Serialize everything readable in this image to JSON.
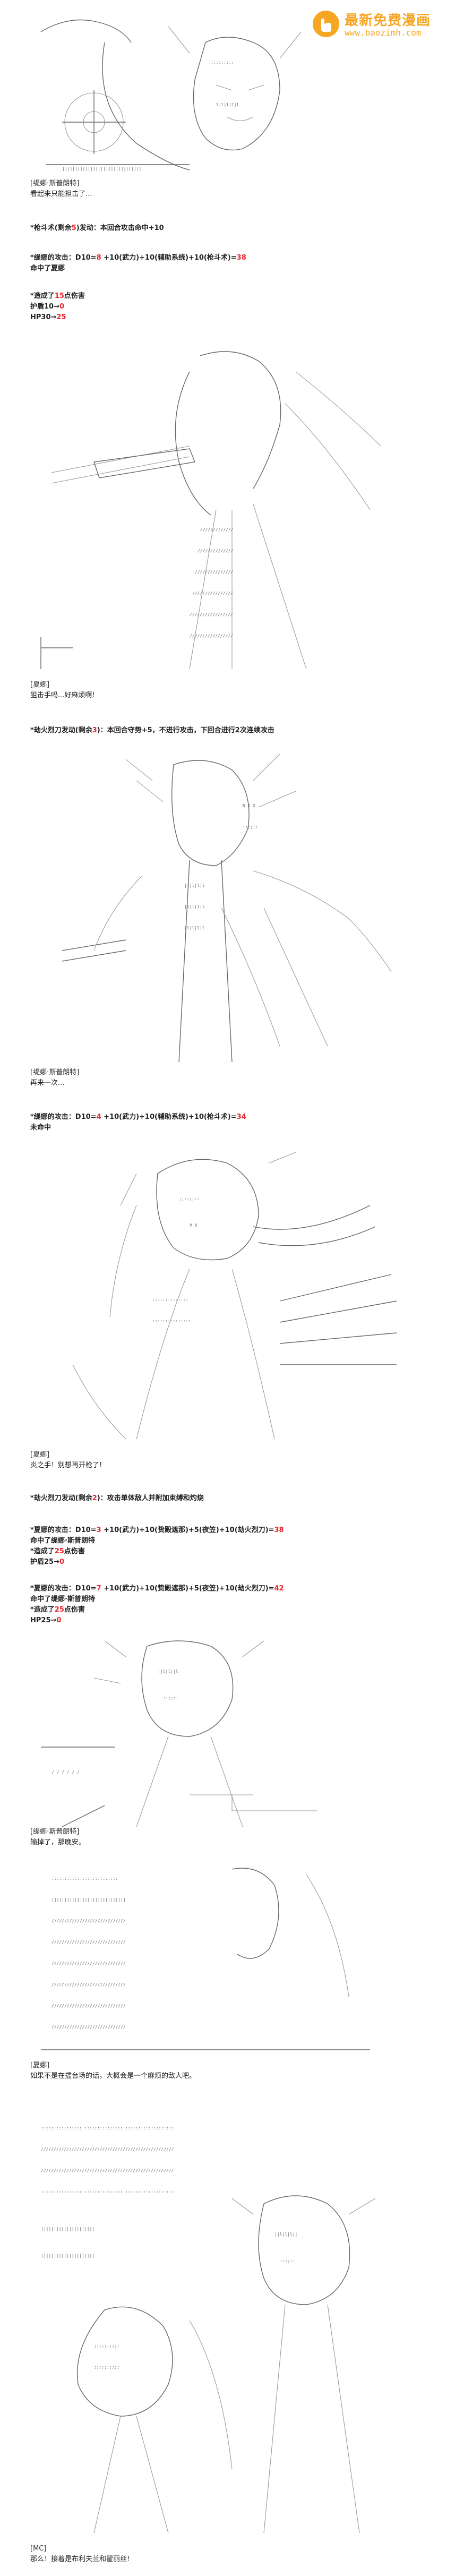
{
  "watermark": {
    "title": "最新免费漫画",
    "url": "www.baozimh.com"
  },
  "blocks": [
    {
      "lines": [
        {
          "parts": [
            "[缇娜·斯普朗特]"
          ],
          "s": "speaker"
        },
        {
          "parts": [
            "看起来只能担击了..."
          ]
        }
      ]
    },
    {
      "lines": [
        {
          "parts": [
            "*枪斗术(剩余",
            "5",
            ")发动：本回合攻击命中+10"
          ],
          "red": [
            1
          ],
          "bold": true
        }
      ]
    },
    {
      "lines": [
        {
          "parts": [
            "*缇娜的攻击：D10=",
            "8",
            " +10(武力)+10(辅助系统)+10(枪斗术)=",
            "38"
          ],
          "red": [
            1,
            3
          ],
          "bold": true
        },
        {
          "parts": [
            "命中了夏娜"
          ],
          "bold": true
        }
      ]
    },
    {
      "lines": [
        {
          "parts": [
            "*造成了",
            "15",
            "点伤害"
          ],
          "red": [
            1
          ],
          "bold": true
        },
        {
          "parts": [
            "护盾10→",
            "0"
          ],
          "red": [
            1
          ],
          "bold": true
        },
        {
          "parts": [
            "HP30→",
            "25"
          ],
          "red": [
            1
          ],
          "bold": true
        }
      ]
    },
    {
      "lines": [
        {
          "parts": [
            "[夏娜]"
          ],
          "s": "speaker"
        },
        {
          "parts": [
            "狙击手吗...好麻烦啊!"
          ]
        }
      ]
    },
    {
      "lines": [
        {
          "parts": [
            "*劫火烈刀发动(剩余",
            "3",
            ")：本回合守势+5，不进行攻击，下回合进行2次连续攻击"
          ],
          "red": [
            1
          ],
          "bold": true
        }
      ]
    },
    {
      "lines": [
        {
          "parts": [
            "[缇娜·斯普朗特]"
          ],
          "s": "speaker"
        },
        {
          "parts": [
            "再来一次..."
          ]
        }
      ]
    },
    {
      "lines": [
        {
          "parts": [
            "*缇娜的攻击：D10=",
            "4",
            " +10(武力)+10(辅助系统)+10(枪斗术)=",
            "34"
          ],
          "red": [
            1,
            3
          ],
          "bold": true
        },
        {
          "parts": [
            "未命中"
          ],
          "bold": true
        }
      ]
    },
    {
      "lines": [
        {
          "parts": [
            "[夏娜]"
          ],
          "s": "speaker"
        },
        {
          "parts": [
            "炎之手！别想再开枪了!"
          ]
        }
      ]
    },
    {
      "lines": [
        {
          "parts": [
            "*劫火烈刀发动(剩余",
            "2",
            ")：攻击单体敌人并附加束缚和灼烧"
          ],
          "red": [
            1
          ],
          "bold": true
        }
      ]
    },
    {
      "lines": [
        {
          "parts": [
            "*夏娜的攻击：D10=",
            "3",
            " +10(武力)+10(贽殿遮那)+5(夜笠)+10(劫火烈刀)=",
            "38"
          ],
          "red": [
            1,
            3
          ],
          "bold": true
        },
        {
          "parts": [
            "命中了缇娜·斯普朗特"
          ],
          "bold": true
        },
        {
          "parts": [
            "*造成了",
            "25",
            "点伤害"
          ],
          "red": [
            1
          ],
          "bold": true
        },
        {
          "parts": [
            "护盾25→",
            "0"
          ],
          "red": [
            1
          ],
          "bold": true
        }
      ]
    },
    {
      "lines": [
        {
          "parts": [
            "*夏娜的攻击：D10=",
            "7",
            " +10(武力)+10(贽殿遮那)+5(夜笠)+10(劫火烈刀)=",
            "42"
          ],
          "red": [
            1,
            3
          ],
          "bold": true
        },
        {
          "parts": [
            "命中了缇娜·斯普朗特"
          ],
          "bold": true
        },
        {
          "parts": [
            "*造成了",
            "25",
            "点伤害"
          ],
          "red": [
            1
          ],
          "bold": true
        },
        {
          "parts": [
            "HP25→",
            "0"
          ],
          "red": [
            1
          ],
          "bold": true
        }
      ]
    },
    {
      "lines": [
        {
          "parts": [
            "[缇娜·斯普朗特]"
          ],
          "s": "speaker"
        },
        {
          "parts": [
            "输掉了，那晚安。"
          ]
        }
      ]
    },
    {
      "lines": [
        {
          "parts": [
            "[夏娜]"
          ],
          "s": "speaker"
        },
        {
          "parts": [
            "如果不是在擂台场的话，大概会是一个麻烦的敌人吧。"
          ]
        }
      ]
    },
    {
      "lines": [
        {
          "parts": [
            "[MC]"
          ],
          "s": "speaker"
        },
        {
          "parts": [
            "那么！接着是布利夫兰和翟丽丝!"
          ]
        }
      ]
    }
  ]
}
